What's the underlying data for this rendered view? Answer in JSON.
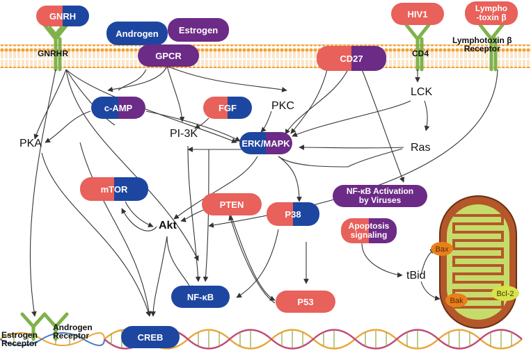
{
  "nodes": {
    "gnrh": "GNRH",
    "gnrhr": "GNRHR",
    "androgen": "Androgen",
    "estrogen": "Estrogen",
    "gpcr": "GPCR",
    "camp": "c-AMP",
    "fgf": "FGF",
    "pkc": "PKC",
    "pka": "PKA",
    "pi3k": "PI-3K",
    "erk_mapk": "ERK/MAPK",
    "cd27": "CD27",
    "hiv1": "HIV1",
    "cd4": "CD4",
    "lymphotoxin_line1": "Lympho",
    "lymphotoxin_line2": "-toxin β",
    "lymphotoxin_receptor_line1": "Lymphotoxin β",
    "lymphotoxin_receptor_line2": "Receptor",
    "lck": "LCK",
    "ras": "Ras",
    "mtor": "mTOR",
    "pten": "PTEN",
    "p38": "P38",
    "nfkb_viruses_line1": "NF-κB Activation",
    "nfkb_viruses_line2": "by Viruses",
    "apoptosis_line1": "Apoptosis",
    "apoptosis_line2": "signaling",
    "akt": "Akt",
    "tbid": "tBid",
    "bax": "Bax",
    "bak": "Bak",
    "bcl2": "Bcl-2",
    "nfkb": "NF-κB",
    "p53": "P53",
    "creb": "CREB",
    "estrogen_receptor_line1": "Estrogen",
    "estrogen_receptor_line2": "Receptor",
    "androgen_receptor_line1": "Androgen",
    "androgen_receptor_line2": "Receptor"
  },
  "colors": {
    "red": "#e8615a",
    "blue": "#1d46a0",
    "purple": "#6c2b86",
    "membrane": "#f2a33a",
    "receptor": "#7fb24a",
    "mitochondrion": "#b4572a",
    "cristae": "#c6dc6a"
  }
}
